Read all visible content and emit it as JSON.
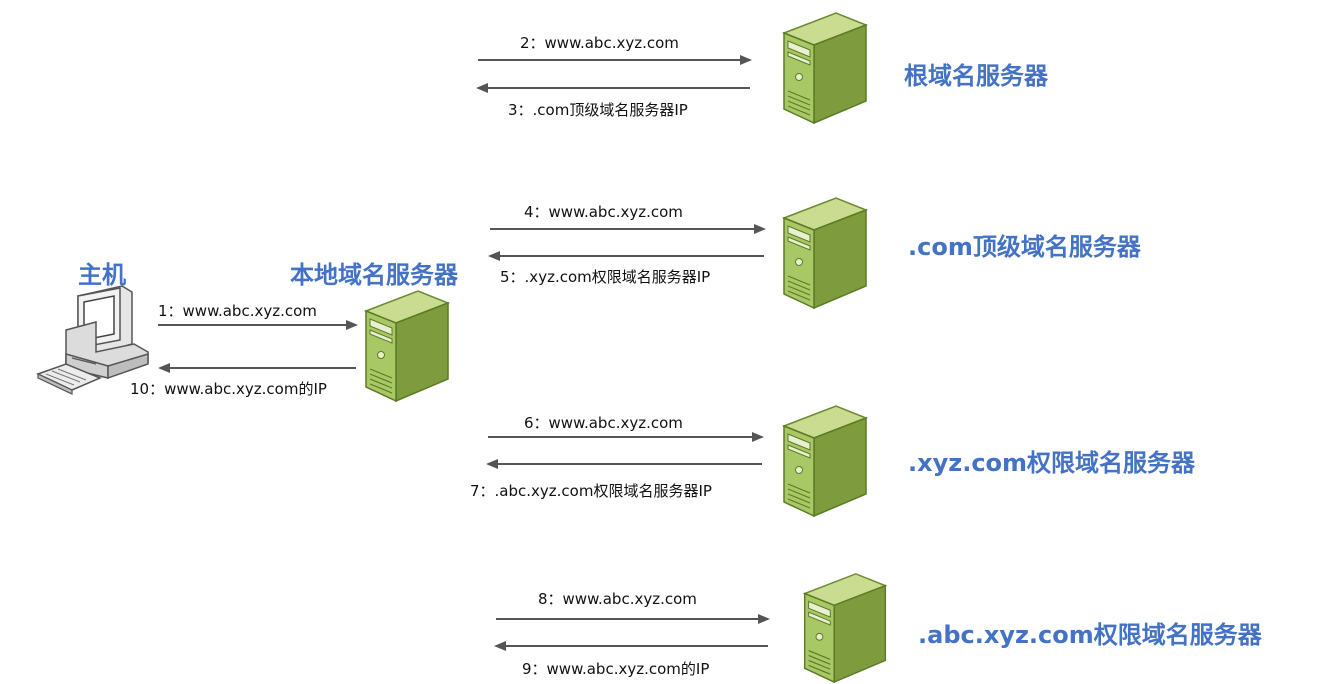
{
  "diagram": {
    "nodes": {
      "host": "主机",
      "local_dns": "本地域名服务器",
      "root": "根域名服务器",
      "com_tld": ".com顶级域名服务器",
      "xyz_auth": ".xyz.com权限域名服务器",
      "abc_auth": ".abc.xyz.com权限域名服务器"
    },
    "messages": {
      "m1": "1：www.abc.xyz.com",
      "m2": "2：www.abc.xyz.com",
      "m3": "3：.com顶级域名服务器IP",
      "m4": "4：www.abc.xyz.com",
      "m5": "5：.xyz.com权限域名服务器IP",
      "m6": "6：www.abc.xyz.com",
      "m7": "7：.abc.xyz.com权限域名服务器IP",
      "m8": "8：www.abc.xyz.com",
      "m9": "9：www.abc.xyz.com的IP",
      "m10": "10：www.abc.xyz.com的IP"
    },
    "colors": {
      "label_blue": "#4472c4",
      "server_green": "#9bbb59",
      "arrow_gray": "#555555"
    },
    "icons": [
      "computer-icon",
      "server-icon"
    ]
  }
}
